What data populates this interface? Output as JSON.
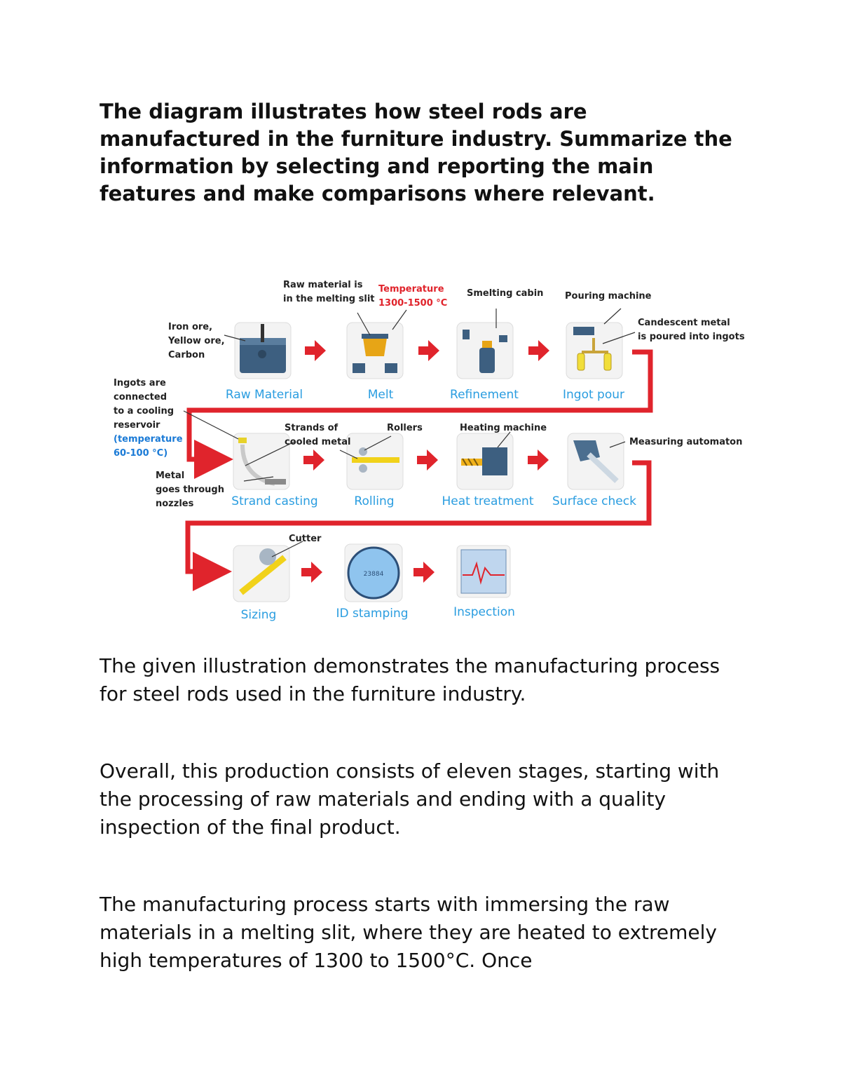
{
  "prompt": "The diagram illustrates how steel rods are manufactured in the furniture industry. Summarize the information by selecting and reporting the main features and make comparisons where relevant.",
  "diagram": {
    "stages": [
      "Raw Material",
      "Melt",
      "Refinement",
      "Ingot pour",
      "Strand casting",
      "Rolling",
      "Heat treatment",
      "Surface check",
      "Sizing",
      "ID stamping",
      "Inspection"
    ],
    "annotations": {
      "raw_inputs": [
        "Iron ore,",
        "Yellow ore,",
        "Carbon"
      ],
      "melt_slit": [
        "Raw material is",
        "in the melting slit"
      ],
      "temperature": [
        "Temperature",
        "1300-1500 °C"
      ],
      "smelting_cabin": "Smelting cabin",
      "pouring_machine": "Pouring machine",
      "candescent": [
        "Candescent metal",
        "is poured into ingots"
      ],
      "ingots_connected": [
        "Ingots are",
        "connected",
        "to a cooling",
        "reservoir"
      ],
      "cooling_temp": [
        "(temperature",
        "60-100 °C)"
      ],
      "metal_nozzles": [
        "Metal",
        "goes through",
        "nozzles"
      ],
      "strands": [
        "Strands of",
        "cooled metal"
      ],
      "rollers": "Rollers",
      "heating_machine": "Heating machine",
      "measuring": "Measuring automaton",
      "cutter": "Cutter",
      "stamp_id": "23884"
    },
    "colors": {
      "stage_label": "#2a9de0",
      "arrow": "#e0242c",
      "connector": "#e0242c"
    }
  },
  "paragraphs": [
    "The given illustration demonstrates the manufacturing process for steel rods used in the furniture industry.",
    "Overall, this production consists of eleven stages, starting with the processing of raw materials and ending with a quality inspection of the final product.",
    "The manufacturing process starts with immersing the raw materials in a melting slit, where they are heated to extremely high temperatures of 1300 to 1500°C. Once"
  ]
}
